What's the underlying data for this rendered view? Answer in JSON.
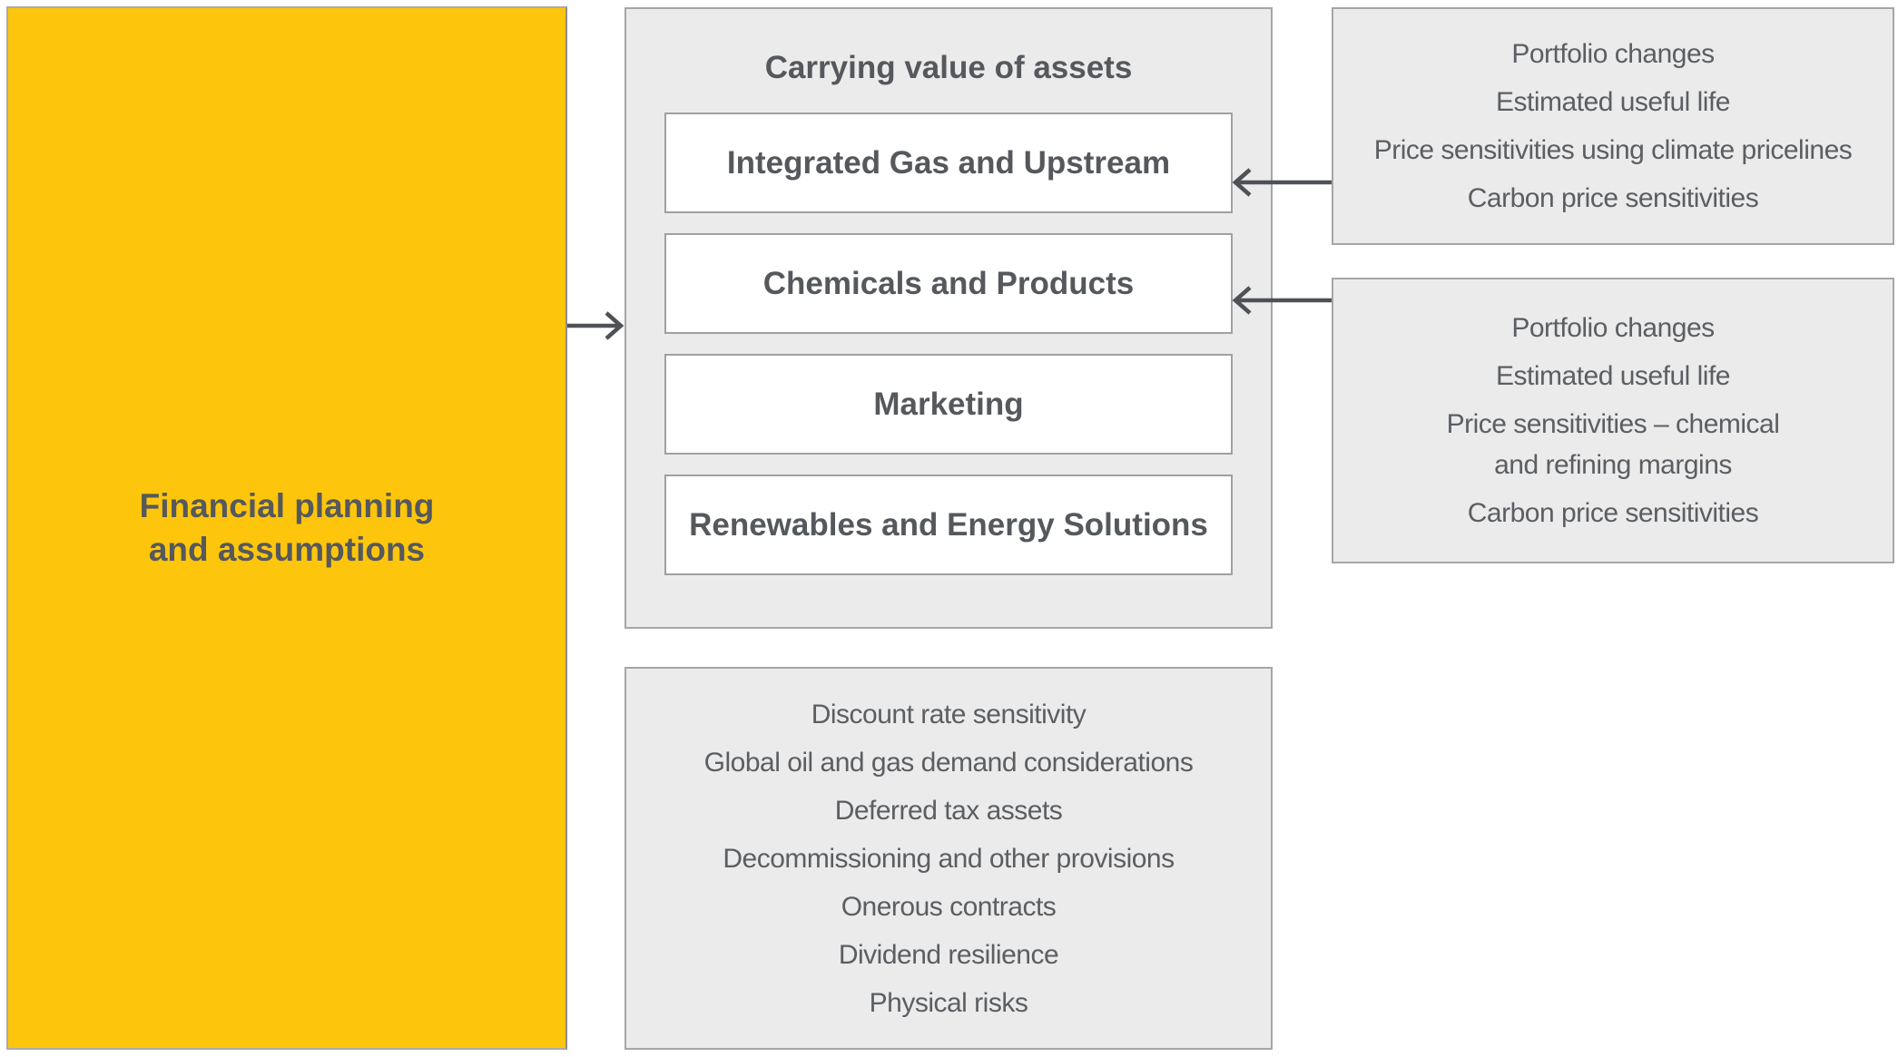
{
  "colors": {
    "accent_yellow": "#FDC60D",
    "panel_grey": "#EBEBEB",
    "border_grey": "#A5A6A8",
    "text_grey": "#55585C",
    "arrow_grey": "#4E5156"
  },
  "left_box": {
    "label": "Financial planning\nand assumptions"
  },
  "assets_panel": {
    "title": "Carrying value of assets",
    "segments": [
      "Integrated Gas and Upstream",
      "Chemicals and Products",
      "Marketing",
      "Renewables and Energy Solutions"
    ]
  },
  "factors_top_right": {
    "items": [
      "Portfolio changes",
      "Estimated useful life",
      "Price sensitivities using climate pricelines",
      "Carbon price sensitivities"
    ]
  },
  "factors_mid_right": {
    "items": [
      "Portfolio changes",
      "Estimated useful life",
      "Price sensitivities – chemical\nand refining margins",
      "Carbon price sensitivities"
    ]
  },
  "considerations_box": {
    "items": [
      "Discount rate sensitivity",
      "Global oil and gas demand considerations",
      "Deferred tax assets",
      "Decommissioning and other provisions",
      "Onerous contracts",
      "Dividend resilience",
      "Physical risks"
    ]
  }
}
